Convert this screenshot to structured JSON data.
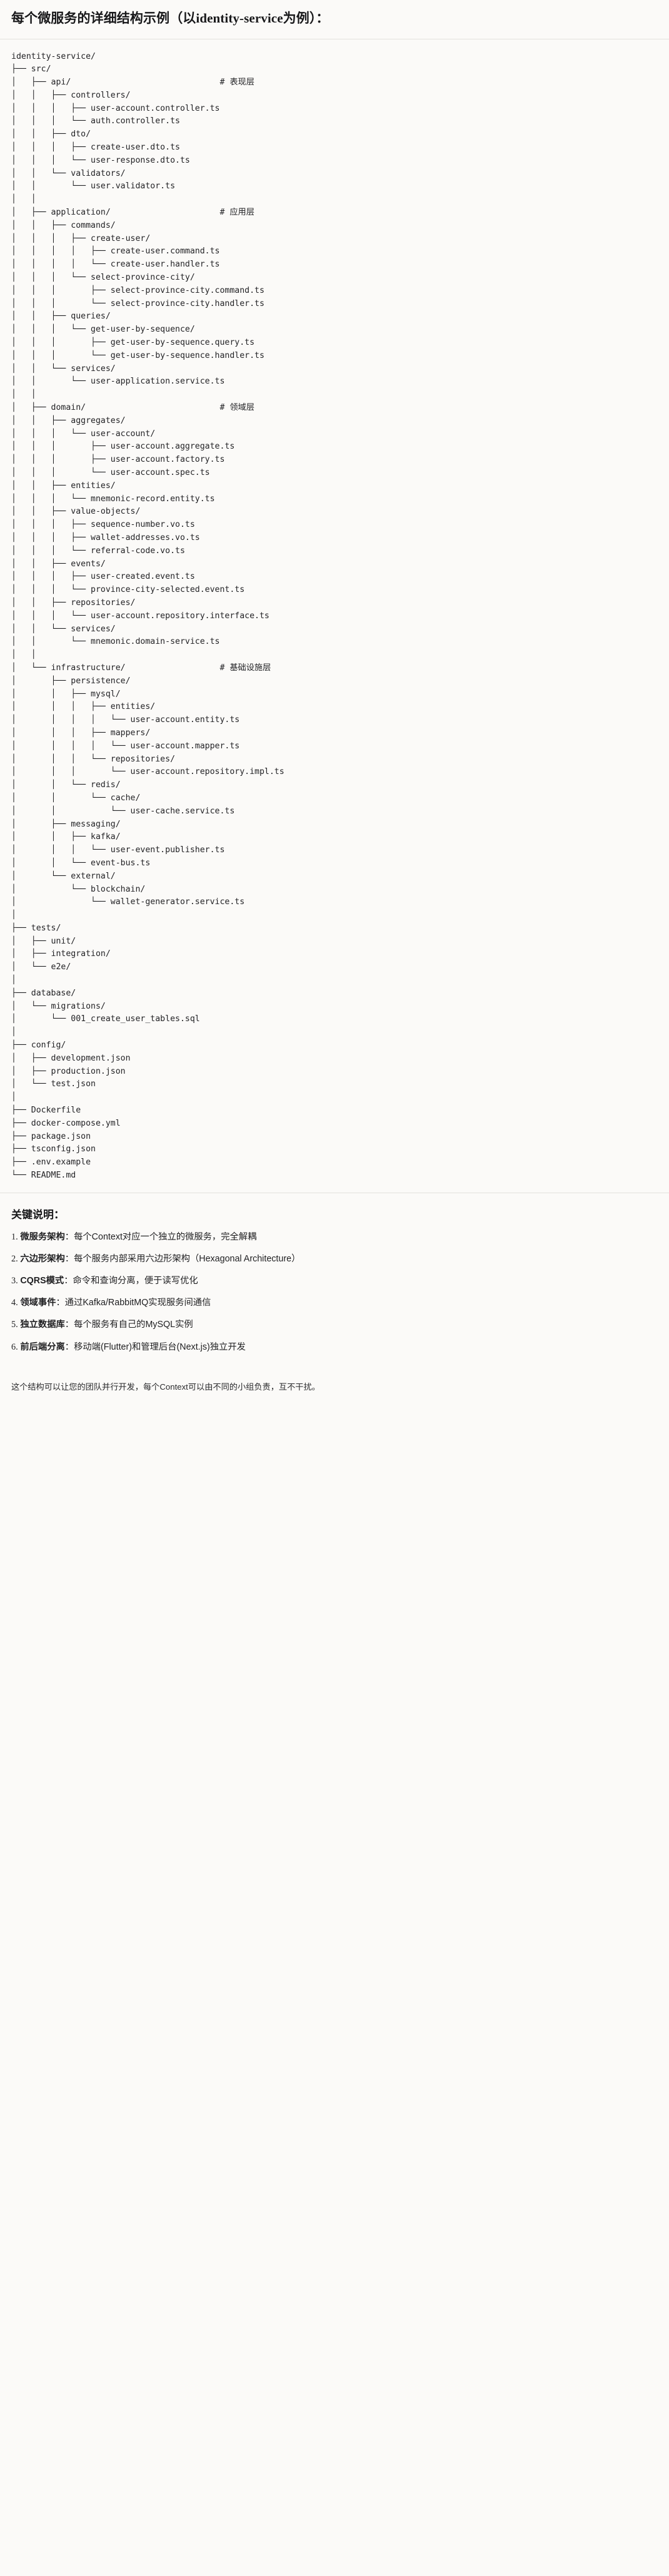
{
  "heading": "每个微服务的详细结构示例（以identity-service为例）：",
  "tree": {
    "root": "identity-service/",
    "lines": [
      {
        "text": "identity-service/",
        "comment": ""
      },
      {
        "text": "├── src/",
        "comment": ""
      },
      {
        "text": "│   ├── api/",
        "comment": "# 表现层"
      },
      {
        "text": "│   │   ├── controllers/",
        "comment": ""
      },
      {
        "text": "│   │   │   ├── user-account.controller.ts",
        "comment": ""
      },
      {
        "text": "│   │   │   └── auth.controller.ts",
        "comment": ""
      },
      {
        "text": "│   │   ├── dto/",
        "comment": ""
      },
      {
        "text": "│   │   │   ├── create-user.dto.ts",
        "comment": ""
      },
      {
        "text": "│   │   │   └── user-response.dto.ts",
        "comment": ""
      },
      {
        "text": "│   │   └── validators/",
        "comment": ""
      },
      {
        "text": "│   │       └── user.validator.ts",
        "comment": ""
      },
      {
        "text": "│   │",
        "comment": ""
      },
      {
        "text": "│   ├── application/",
        "comment": "# 应用层"
      },
      {
        "text": "│   │   ├── commands/",
        "comment": ""
      },
      {
        "text": "│   │   │   ├── create-user/",
        "comment": ""
      },
      {
        "text": "│   │   │   │   ├── create-user.command.ts",
        "comment": ""
      },
      {
        "text": "│   │   │   │   └── create-user.handler.ts",
        "comment": ""
      },
      {
        "text": "│   │   │   └── select-province-city/",
        "comment": ""
      },
      {
        "text": "│   │   │       ├── select-province-city.command.ts",
        "comment": ""
      },
      {
        "text": "│   │   │       └── select-province-city.handler.ts",
        "comment": ""
      },
      {
        "text": "│   │   ├── queries/",
        "comment": ""
      },
      {
        "text": "│   │   │   └── get-user-by-sequence/",
        "comment": ""
      },
      {
        "text": "│   │   │       ├── get-user-by-sequence.query.ts",
        "comment": ""
      },
      {
        "text": "│   │   │       └── get-user-by-sequence.handler.ts",
        "comment": ""
      },
      {
        "text": "│   │   └── services/",
        "comment": ""
      },
      {
        "text": "│   │       └── user-application.service.ts",
        "comment": ""
      },
      {
        "text": "│   │",
        "comment": ""
      },
      {
        "text": "│   ├── domain/",
        "comment": "# 领域层"
      },
      {
        "text": "│   │   ├── aggregates/",
        "comment": ""
      },
      {
        "text": "│   │   │   └── user-account/",
        "comment": ""
      },
      {
        "text": "│   │   │       ├── user-account.aggregate.ts",
        "comment": ""
      },
      {
        "text": "│   │   │       ├── user-account.factory.ts",
        "comment": ""
      },
      {
        "text": "│   │   │       └── user-account.spec.ts",
        "comment": ""
      },
      {
        "text": "│   │   ├── entities/",
        "comment": ""
      },
      {
        "text": "│   │   │   └── mnemonic-record.entity.ts",
        "comment": ""
      },
      {
        "text": "│   │   ├── value-objects/",
        "comment": ""
      },
      {
        "text": "│   │   │   ├── sequence-number.vo.ts",
        "comment": ""
      },
      {
        "text": "│   │   │   ├── wallet-addresses.vo.ts",
        "comment": ""
      },
      {
        "text": "│   │   │   └── referral-code.vo.ts",
        "comment": ""
      },
      {
        "text": "│   │   ├── events/",
        "comment": ""
      },
      {
        "text": "│   │   │   ├── user-created.event.ts",
        "comment": ""
      },
      {
        "text": "│   │   │   └── province-city-selected.event.ts",
        "comment": ""
      },
      {
        "text": "│   │   ├── repositories/",
        "comment": ""
      },
      {
        "text": "│   │   │   └── user-account.repository.interface.ts",
        "comment": ""
      },
      {
        "text": "│   │   └── services/",
        "comment": ""
      },
      {
        "text": "│   │       └── mnemonic.domain-service.ts",
        "comment": ""
      },
      {
        "text": "│   │",
        "comment": ""
      },
      {
        "text": "│   └── infrastructure/",
        "comment": "# 基础设施层"
      },
      {
        "text": "│       ├── persistence/",
        "comment": ""
      },
      {
        "text": "│       │   ├── mysql/",
        "comment": ""
      },
      {
        "text": "│       │   │   ├── entities/",
        "comment": ""
      },
      {
        "text": "│       │   │   │   └── user-account.entity.ts",
        "comment": ""
      },
      {
        "text": "│       │   │   ├── mappers/",
        "comment": ""
      },
      {
        "text": "│       │   │   │   └── user-account.mapper.ts",
        "comment": ""
      },
      {
        "text": "│       │   │   └── repositories/",
        "comment": ""
      },
      {
        "text": "│       │   │       └── user-account.repository.impl.ts",
        "comment": ""
      },
      {
        "text": "│       │   └── redis/",
        "comment": ""
      },
      {
        "text": "│       │       └── cache/",
        "comment": ""
      },
      {
        "text": "│       │           └── user-cache.service.ts",
        "comment": ""
      },
      {
        "text": "│       ├── messaging/",
        "comment": ""
      },
      {
        "text": "│       │   ├── kafka/",
        "comment": ""
      },
      {
        "text": "│       │   │   └── user-event.publisher.ts",
        "comment": ""
      },
      {
        "text": "│       │   └── event-bus.ts",
        "comment": ""
      },
      {
        "text": "│       └── external/",
        "comment": ""
      },
      {
        "text": "│           └── blockchain/",
        "comment": ""
      },
      {
        "text": "│               └── wallet-generator.service.ts",
        "comment": ""
      },
      {
        "text": "│",
        "comment": ""
      },
      {
        "text": "├── tests/",
        "comment": ""
      },
      {
        "text": "│   ├── unit/",
        "comment": ""
      },
      {
        "text": "│   ├── integration/",
        "comment": ""
      },
      {
        "text": "│   └── e2e/",
        "comment": ""
      },
      {
        "text": "│",
        "comment": ""
      },
      {
        "text": "├── database/",
        "comment": ""
      },
      {
        "text": "│   └── migrations/",
        "comment": ""
      },
      {
        "text": "│       └── 001_create_user_tables.sql",
        "comment": ""
      },
      {
        "text": "│",
        "comment": ""
      },
      {
        "text": "├── config/",
        "comment": ""
      },
      {
        "text": "│   ├── development.json",
        "comment": ""
      },
      {
        "text": "│   ├── production.json",
        "comment": ""
      },
      {
        "text": "│   └── test.json",
        "comment": ""
      },
      {
        "text": "│",
        "comment": ""
      },
      {
        "text": "├── Dockerfile",
        "comment": ""
      },
      {
        "text": "├── docker-compose.yml",
        "comment": ""
      },
      {
        "text": "├── package.json",
        "comment": ""
      },
      {
        "text": "├── tsconfig.json",
        "comment": ""
      },
      {
        "text": "├── .env.example",
        "comment": ""
      },
      {
        "text": "└── README.md",
        "comment": ""
      }
    ],
    "comment_column": 42
  },
  "keypoints": {
    "title": "关键说明：",
    "items": [
      {
        "term": "微服务架构",
        "desc": "：每个Context对应一个独立的微服务，完全解耦"
      },
      {
        "term": "六边形架构",
        "desc": "：每个服务内部采用六边形架构（Hexagonal Architecture）"
      },
      {
        "term": "CQRS模式",
        "desc": "：命令和查询分离，便于读写优化"
      },
      {
        "term": "领域事件",
        "desc": "：通过Kafka/RabbitMQ实现服务间通信"
      },
      {
        "term": "独立数据库",
        "desc": "：每个服务有自己的MySQL实例"
      },
      {
        "term": "前后端分离",
        "desc": "：移动端(Flutter)和管理后台(Next.js)独立开发"
      }
    ],
    "footer": "这个结构可以让您的团队并行开发，每个Context可以由不同的小组负责，互不干扰。"
  }
}
